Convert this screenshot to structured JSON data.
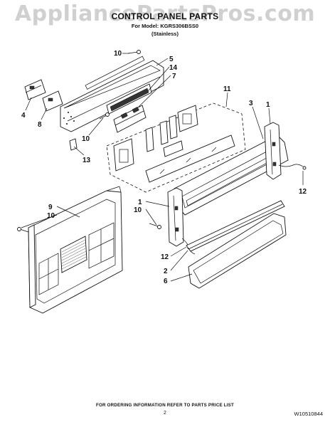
{
  "watermark": "AppliancePartsPros.com",
  "header": {
    "title": "CONTROL PANEL PARTS",
    "model_line": "For Model: KGRS306BSS0",
    "finish_line": "(Stainless)"
  },
  "callouts": {
    "c1": "10",
    "c2": "5",
    "c3": "14",
    "c4": "7",
    "c5": "4",
    "c6": "8",
    "c7": "10",
    "c8": "13",
    "c9": "11",
    "c10": "3",
    "c11": "1",
    "c12": "12",
    "c13": "9",
    "c14": "10",
    "c15": "1",
    "c16": "10",
    "c17": "12",
    "c18": "2",
    "c19": "6"
  },
  "footer": {
    "ordering": "FOR ORDERING INFORMATION REFER TO PARTS PRICE LIST",
    "page": "2",
    "doc_number": "W10510844"
  }
}
